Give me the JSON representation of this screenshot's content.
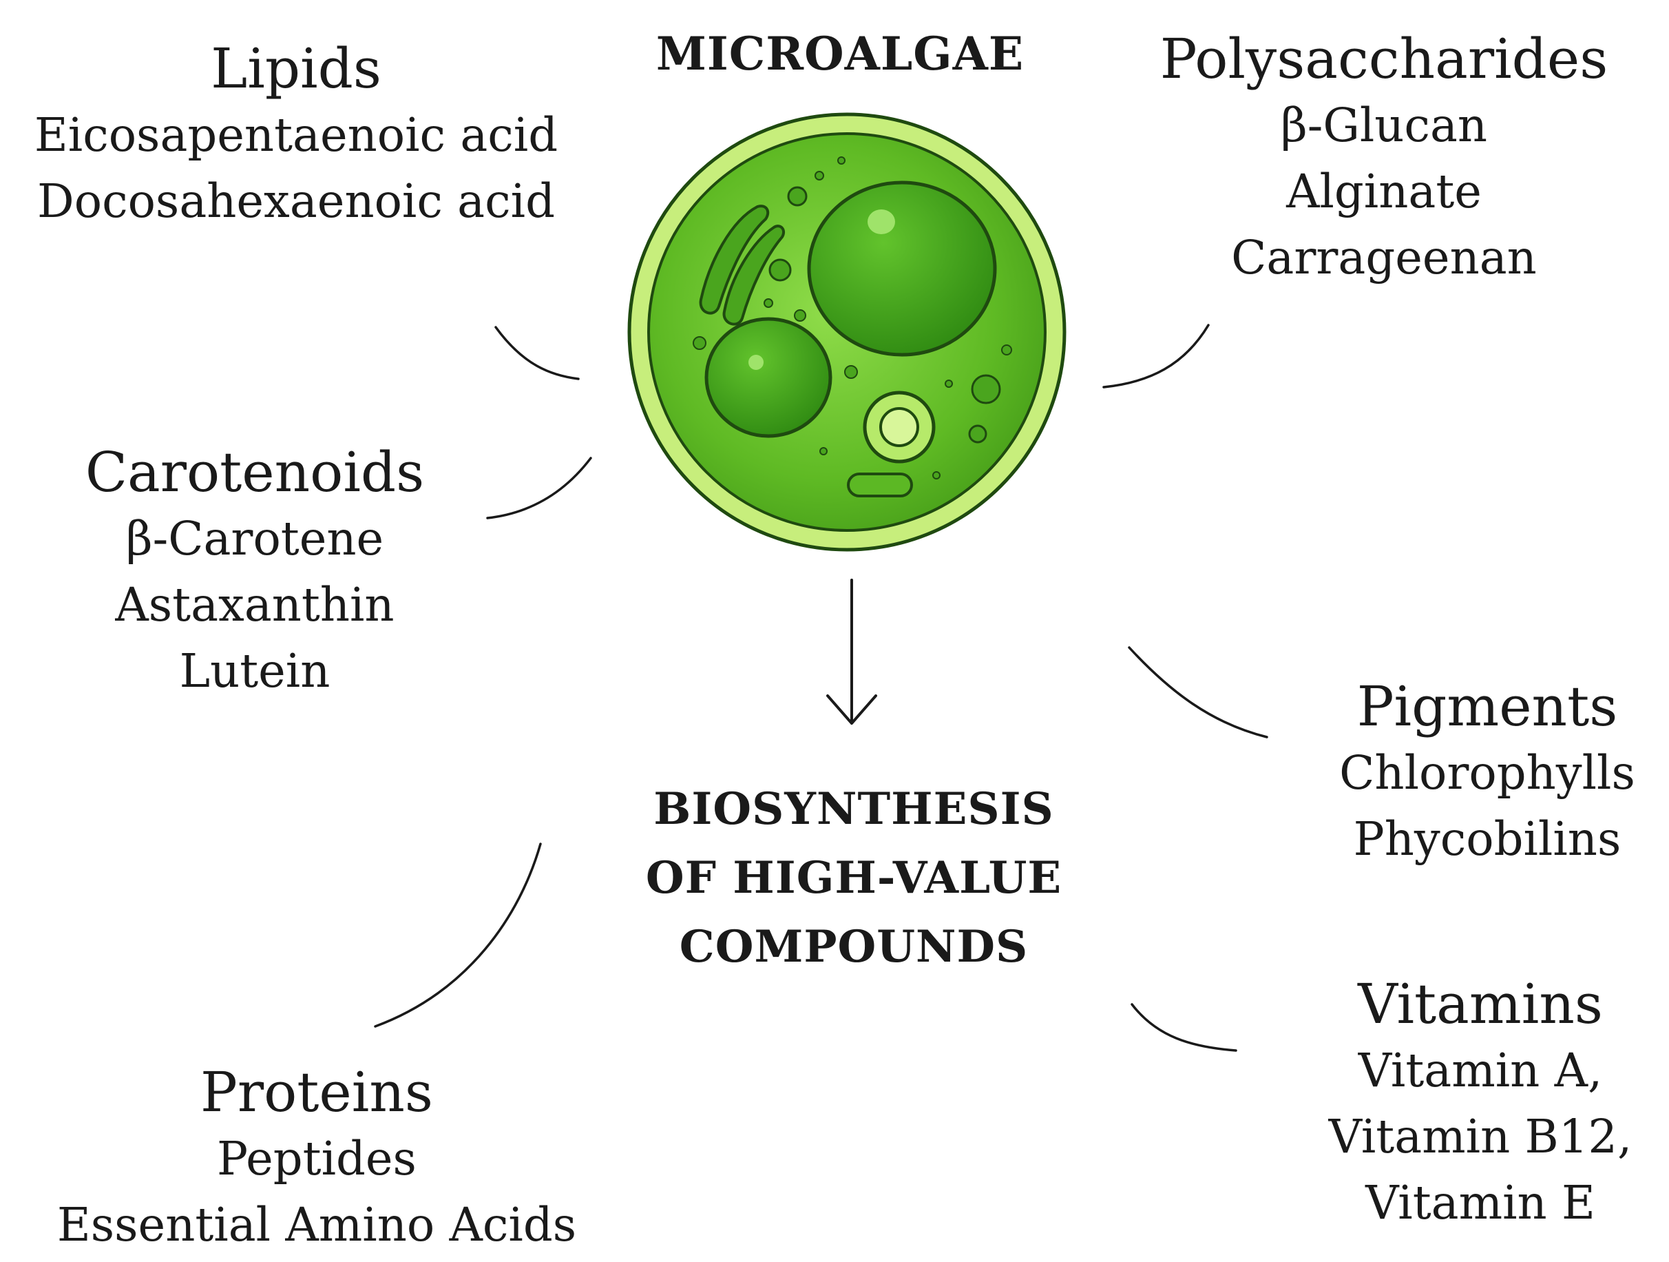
{
  "title": "MICROALGAE",
  "center_title": [
    "BIOSYNTHESIS",
    "OF HIGH-VALUE",
    "COMPOUNDS"
  ],
  "groups": {
    "lipids": {
      "heading": "Lipids",
      "items": [
        "Eicosapentaenoic acid",
        "Docosahexaenoic acid"
      ]
    },
    "polysaccharides": {
      "heading": "Polysaccharides",
      "items": [
        "β-Glucan",
        "Alginate",
        "Carrageenan"
      ]
    },
    "carotenoids": {
      "heading": "Carotenoids",
      "items": [
        "β-Carotene",
        "Astaxanthin",
        "Lutein"
      ]
    },
    "pigments": {
      "heading": "Pigments",
      "items": [
        "Chlorophylls",
        "Phycobilins"
      ]
    },
    "proteins": {
      "heading": "Proteins",
      "items": [
        "Peptides",
        "Essential Amino Acids"
      ]
    },
    "vitamins": {
      "heading": "Vitamins",
      "items": [
        "Vitamin A,",
        "Vitamin B12,",
        "Vitamin E"
      ]
    }
  },
  "colors": {
    "cell_fill": "#6cc22e",
    "cell_rim": "#b8e86a",
    "organelle": "#3f9e1c",
    "outline": "#1f4a10",
    "line": "#1a1a1a"
  },
  "icons": {
    "cell": "microalgae-cell-illustration",
    "arrow": "down-arrow-icon"
  }
}
